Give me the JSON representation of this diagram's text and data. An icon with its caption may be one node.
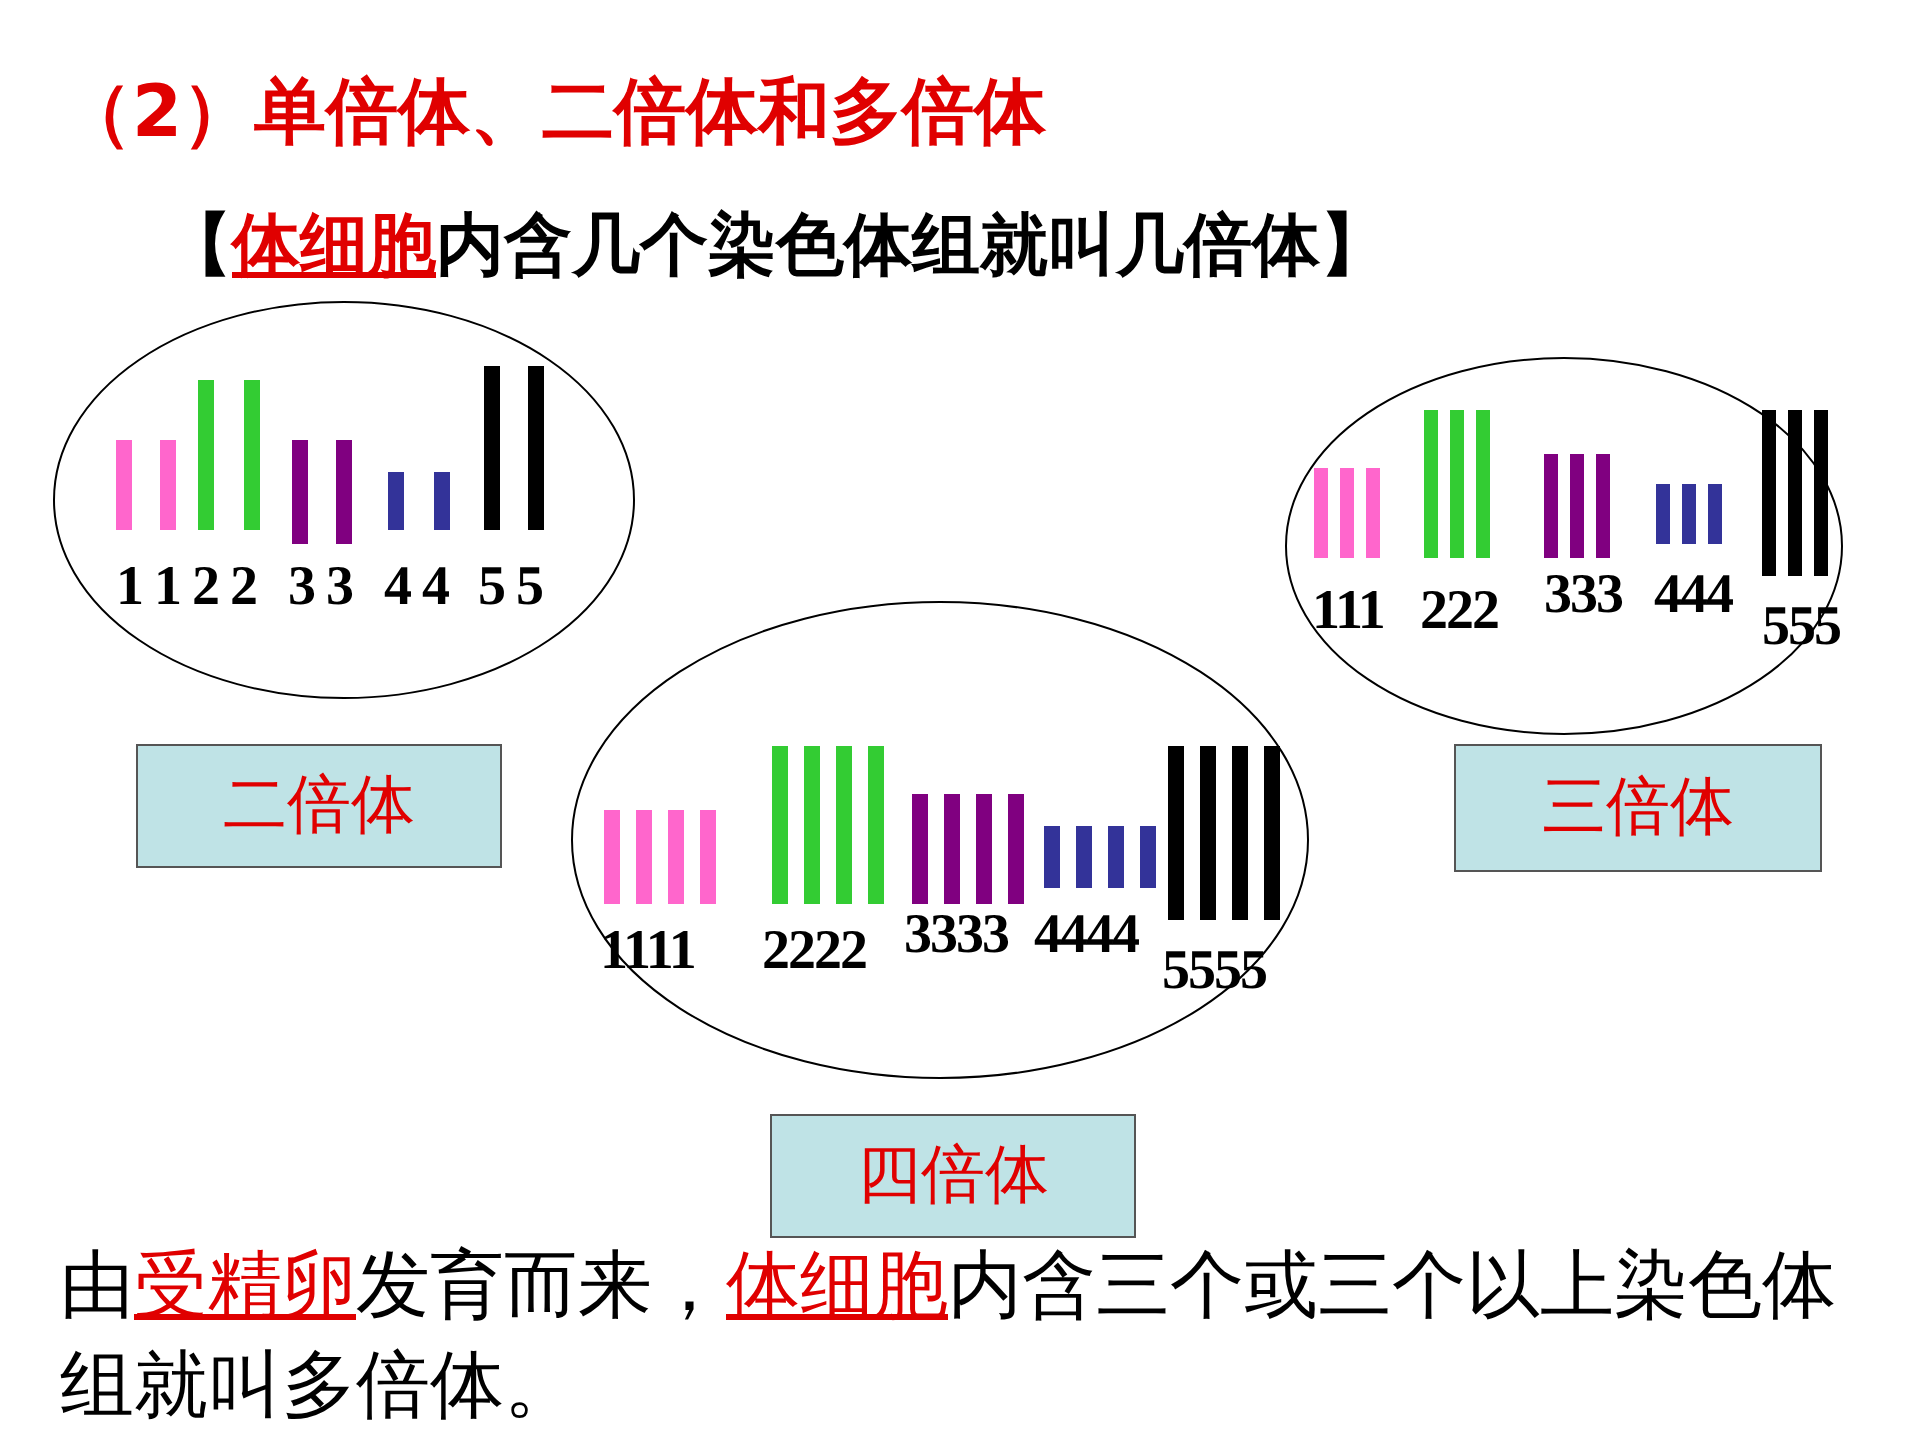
{
  "diagram": {
    "title": "（2）单倍体、二倍体和多倍体",
    "nodes": [
      {
        "text": [
          "1 1",
          "2 2",
          "3 3",
          "4 4",
          "5 5"
        ]
      },
      {
        "text": [
          "111",
          "222",
          "333",
          "444",
          "555"
        ]
      },
      {
        "text": [
          "二倍体"
        ]
      },
      {
        "text": [
          "1111",
          "2222",
          "3333",
          "4444",
          "5555"
        ]
      },
      {
        "text": [
          "三倍体"
        ]
      },
      {
        "text": [
          "四倍体"
        ]
      }
    ],
    "labels": [
      "【**体细胞**内含几个染色体组就叫几倍体】",
      "由**受精卵**发育而来，**体细胞**内含三个或三个以上染色体组就叫多倍体。"
    ]
  }
}
